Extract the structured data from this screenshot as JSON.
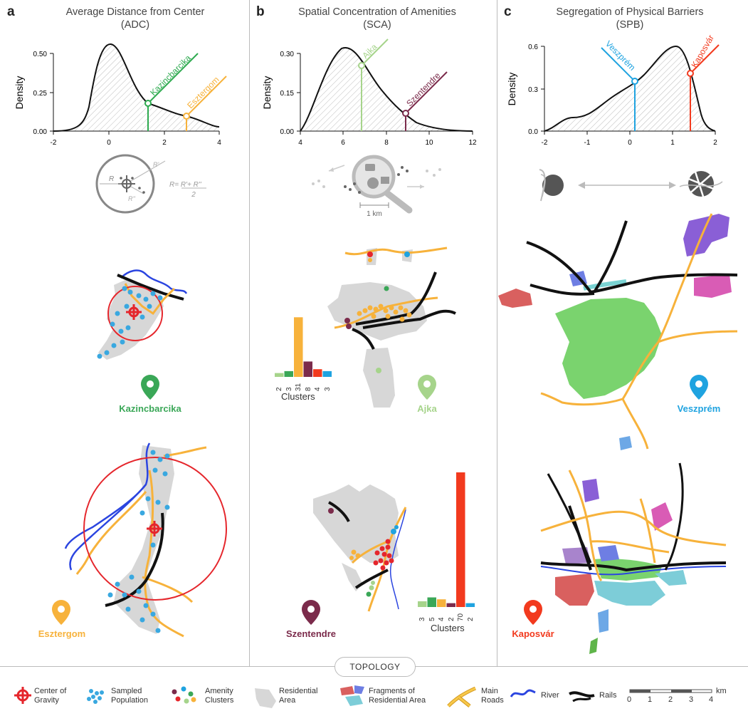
{
  "panels": {
    "a": {
      "letter": "a",
      "title": "Average Distance from Center",
      "subtitle": "(ADC)",
      "chart": {
        "ylabel": "Density",
        "yticks": [
          "0.50",
          "0.25",
          "0.00"
        ],
        "xticks": [
          "-2",
          "0",
          "2",
          "4"
        ],
        "markers": [
          {
            "label": "Kazincbarcika",
            "color": "#2daa4f"
          },
          {
            "label": "Esztergom",
            "color": "#f7b23b"
          }
        ]
      },
      "formula": {
        "r": "R",
        "r1": "R'",
        "r2": "R''",
        "eq": "R= R'+ R''",
        "den": "2"
      },
      "cities": [
        {
          "name": "Kazincbarcika",
          "color": "#3aa757"
        },
        {
          "name": "Esztergom",
          "color": "#f7b23b"
        }
      ]
    },
    "b": {
      "letter": "b",
      "title": "Spatial Concentration of Amenities",
      "subtitle": "(SCA)",
      "chart": {
        "ylabel": "Density",
        "yticks": [
          "0.30",
          "0.15",
          "0.00"
        ],
        "xticks": [
          "4",
          "6",
          "8",
          "10",
          "12"
        ],
        "markers": [
          {
            "label": "Ajka",
            "color": "#a6d48b"
          },
          {
            "label": "Szentendre",
            "color": "#7b2b4b"
          }
        ]
      },
      "scale": "1 km",
      "cities": [
        {
          "name": "Ajka",
          "color": "#a6d48b"
        },
        {
          "name": "Szentendre",
          "color": "#7b2b4b"
        }
      ],
      "clusters_label": "Clusters",
      "bars_top": [
        2,
        3,
        31,
        8,
        4,
        3
      ],
      "bars_bottom": [
        3,
        5,
        4,
        2,
        70,
        2
      ]
    },
    "c": {
      "letter": "c",
      "title": "Segregation of Physical Barriers",
      "subtitle": "(SPB)",
      "chart": {
        "ylabel": "Density",
        "yticks": [
          "0.6",
          "0.3",
          "0.0"
        ],
        "xticks": [
          "-2",
          "-1",
          "0",
          "1",
          "2"
        ],
        "markers": [
          {
            "label": "Veszprém",
            "color": "#1fa3e0"
          },
          {
            "label": "Kaposvár",
            "color": "#f23a1e"
          }
        ]
      },
      "cities": [
        {
          "name": "Veszprém",
          "color": "#1fa3e0"
        },
        {
          "name": "Kaposvár",
          "color": "#f23a1e"
        }
      ]
    }
  },
  "bar_colors": [
    "#a6d48b",
    "#3aa757",
    "#f7b23b",
    "#7b2b4b",
    "#f23a1e",
    "#1fa3e0"
  ],
  "legend": {
    "title": "TOPOLOGY",
    "items": [
      {
        "line1": "Center of",
        "line2": "Gravity"
      },
      {
        "line1": "Sampled",
        "line2": "Population"
      },
      {
        "line1": "Amenity",
        "line2": "Clusters"
      },
      {
        "line1": "Residential",
        "line2": "Area"
      },
      {
        "line1": "Fragments of",
        "line2": "Residential Area"
      },
      {
        "line1": "Main",
        "line2": "Roads"
      },
      {
        "line1": "River",
        "line2": ""
      },
      {
        "line1": "Rails",
        "line2": ""
      }
    ],
    "scale": {
      "unit": "km",
      "ticks": [
        "0",
        "1",
        "2",
        "3",
        "4"
      ]
    }
  }
}
